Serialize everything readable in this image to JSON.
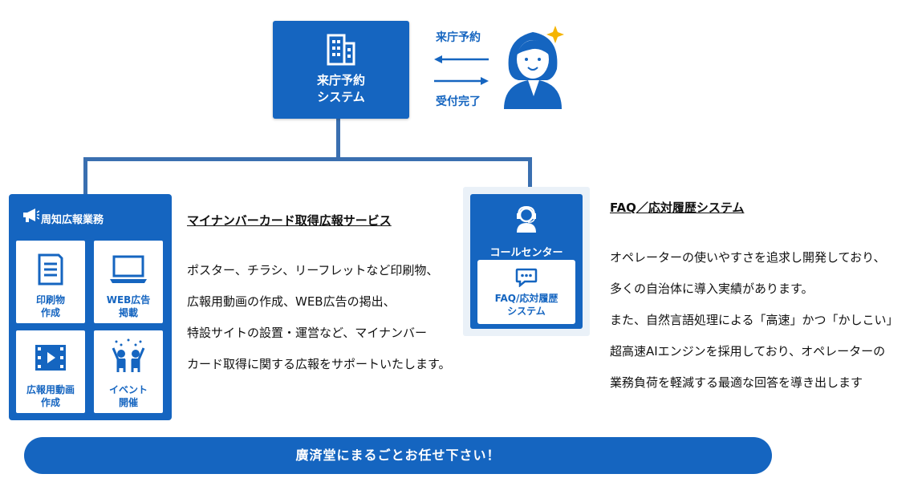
{
  "system": {
    "title_line1": "来庁予約",
    "title_line2": "システム",
    "arrow_top_label": "来庁予約",
    "arrow_bottom_label": "受付完了"
  },
  "pr_panel": {
    "header": "周知広報業務",
    "tiles": [
      {
        "line1": "印刷物",
        "line2": "作成",
        "icon": "document-icon"
      },
      {
        "line1": "WEB広告",
        "line2": "掲載",
        "icon": "laptop-icon"
      },
      {
        "line1": "広報用動画",
        "line2": "作成",
        "icon": "video-icon"
      },
      {
        "line1": "イベント",
        "line2": "開催",
        "icon": "event-people-icon"
      }
    ]
  },
  "mynumber": {
    "heading": "マイナンバーカード取得広報サービス",
    "lines": [
      "ポスター、チラシ、リーフレットなど印刷物、",
      "広報用動画の作成、WEB広告の掲出、",
      "特設サイトの設置・運営など、マイナンバー",
      "カード取得に関する広報をサポートいたします。"
    ]
  },
  "callcenter": {
    "header": "コールセンター",
    "faq_line1": "FAQ/応対履歴",
    "faq_line2": "システム"
  },
  "faq": {
    "heading": "FAQ／応対履歴システム",
    "lines": [
      "オペレーターの使いやすさを追求し開発しており、",
      "多くの自治体に導入実績があります。",
      "また、自然言語処理による「高速」かつ「かしこい」",
      "超高速AIエンジンを採用しており、オペレーターの",
      "業務負荷を軽減する最適な回答を導き出します"
    ]
  },
  "banner": "廣済堂にまるごとお任せ下さい！",
  "colors": {
    "primary": "#1565c0",
    "connector": "#3a6fb0",
    "sparkle": "#f5b400"
  }
}
